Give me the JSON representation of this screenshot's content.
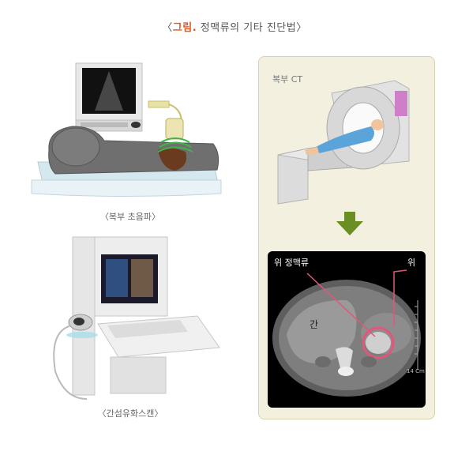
{
  "figure": {
    "bracket_open": "〈",
    "title_accent": "그림.",
    "title_main": " 정맥류의 기타 진단법",
    "bracket_close": "〉"
  },
  "captions": {
    "ultrasound": "〈복부 초음파〉",
    "fibroscan": "〈간섬유화스캔〉"
  },
  "ct_panel": {
    "label": "복부 CT",
    "scan_labels": {
      "varix": "위 정맥류",
      "stomach": "위",
      "liver": "간",
      "scale": "14 Cm"
    }
  },
  "colors": {
    "accent": "#e0561f",
    "panel_bg": "#f3f0df",
    "arrow": "#6a8e22",
    "circle": "#e0577a"
  }
}
